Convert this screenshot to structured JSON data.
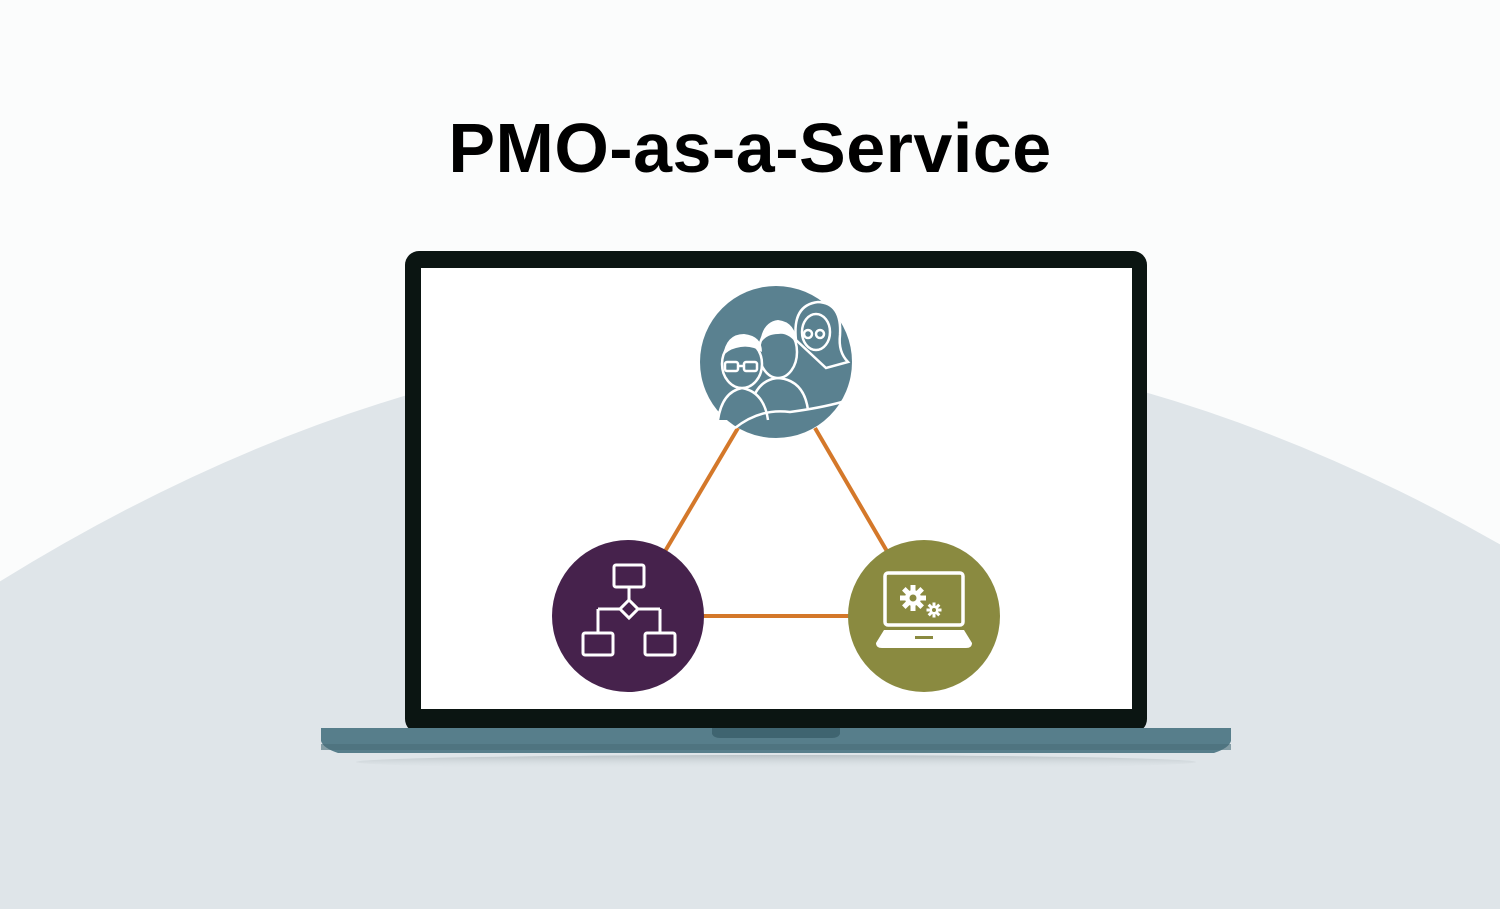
{
  "title": "PMO-as-a-Service",
  "colors": {
    "background": "#fbfcfc",
    "arc": "#dfe5e9",
    "laptop_frame": "#0b1512",
    "laptop_base": "#577e8b",
    "screen": "#ffffff",
    "connector": "#d4782a",
    "people_node": "#5a8190",
    "process_node": "#46224c",
    "computer_node": "#8a8a40"
  },
  "nodes": [
    {
      "id": "people",
      "icon": "people-group-icon"
    },
    {
      "id": "process",
      "icon": "flowchart-icon"
    },
    {
      "id": "technology",
      "icon": "laptop-gears-icon"
    }
  ]
}
